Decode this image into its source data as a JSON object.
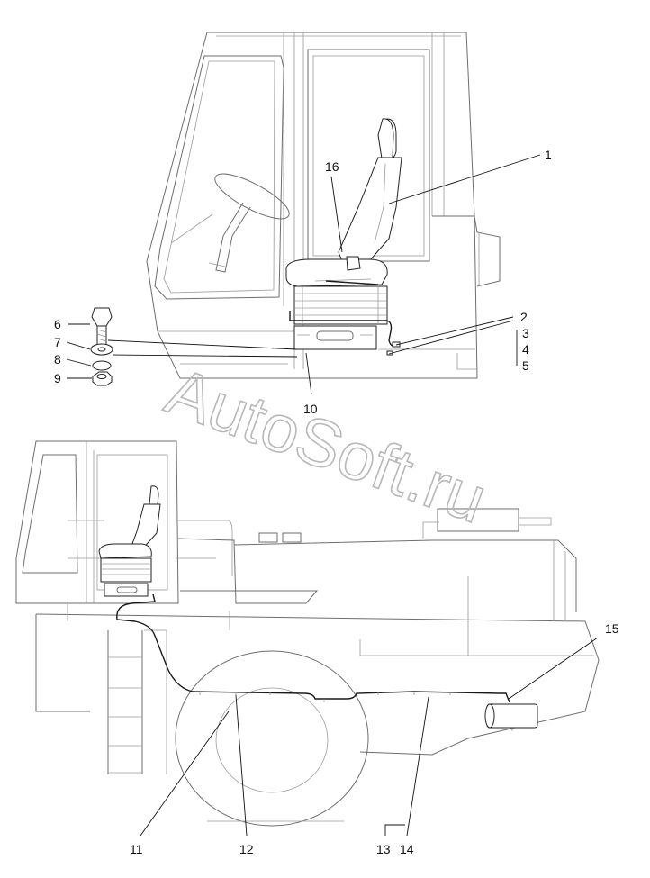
{
  "watermark": "AutoSoft.ru",
  "callouts": {
    "c1": "1",
    "c2": "2",
    "c3": "3",
    "c4": "4",
    "c5": "5",
    "c6": "6",
    "c7": "7",
    "c8": "8",
    "c9": "9",
    "c10": "10",
    "c11": "11",
    "c12": "12",
    "c13": "13",
    "c14": "14",
    "c15": "15",
    "c16": "16"
  }
}
